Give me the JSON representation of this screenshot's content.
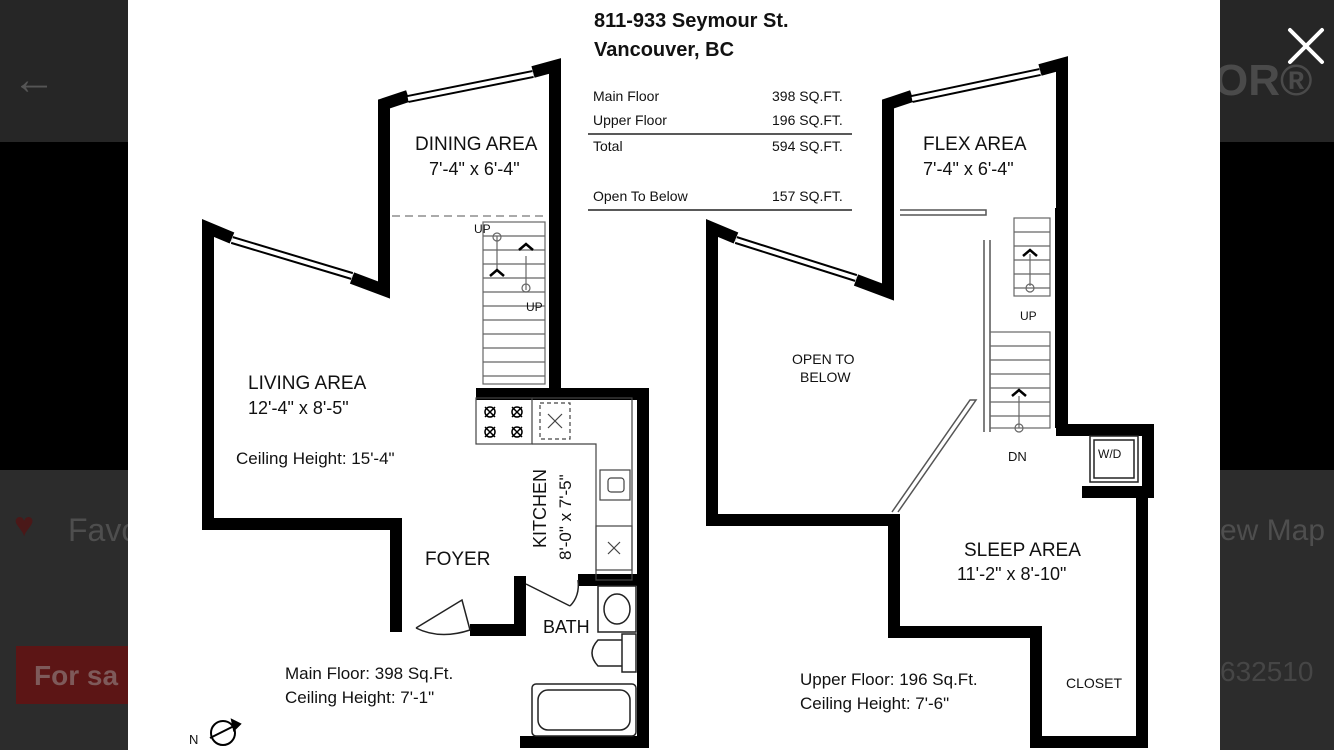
{
  "viewer": {
    "close_icon": "close-icon"
  },
  "background": {
    "back_icon": "back-arrow-icon",
    "brand_fragment": "OR®",
    "favorite_icon": "heart-icon",
    "favorite_label": "Favo",
    "view_map_label": "ew Map",
    "status_label": "For sa",
    "listing_id_fragment": "632510"
  },
  "floorplan": {
    "address_line1": "811-933 Seymour St.",
    "address_line2": "Vancouver, BC",
    "area_table": [
      {
        "label": "Main Floor",
        "value": "398 SQ.FT."
      },
      {
        "label": "Upper Floor",
        "value": "196 SQ.FT."
      },
      {
        "label": "Total",
        "value": "594 SQ.FT."
      },
      {
        "label": "Open To Below",
        "value": "157 SQ.FT."
      }
    ],
    "main": {
      "dining_name": "DINING AREA",
      "dining_dims": "7'-4\" x 6'-4\"",
      "living_name": "LIVING AREA",
      "living_dims": "12'-4\" x 8'-5\"",
      "living_ceiling": "Ceiling Height: 15'-4\"",
      "kitchen_name": "KITCHEN",
      "kitchen_dims": "8'-0\" x 7'-5\"",
      "foyer": "FOYER",
      "bath": "BATH",
      "stair_up_1": "UP",
      "stair_up_2": "UP",
      "summary_area": "Main Floor: 398 Sq.Ft.",
      "summary_ceiling": "Ceiling Height: 7'-1\""
    },
    "upper": {
      "flex_name": "FLEX AREA",
      "flex_dims": "7'-4\" x 6'-4\"",
      "open_below_1": "OPEN TO",
      "open_below_2": "BELOW",
      "stair_up": "UP",
      "stair_dn": "DN",
      "washer_dryer": "W/D",
      "sleep_name": "SLEEP AREA",
      "sleep_dims": "11'-2\" x 8'-10\"",
      "closet": "CLOSET",
      "summary_area": "Upper Floor: 196 Sq.Ft.",
      "summary_ceiling": "Ceiling Height: 7'-6\""
    },
    "compass_label": "N"
  }
}
